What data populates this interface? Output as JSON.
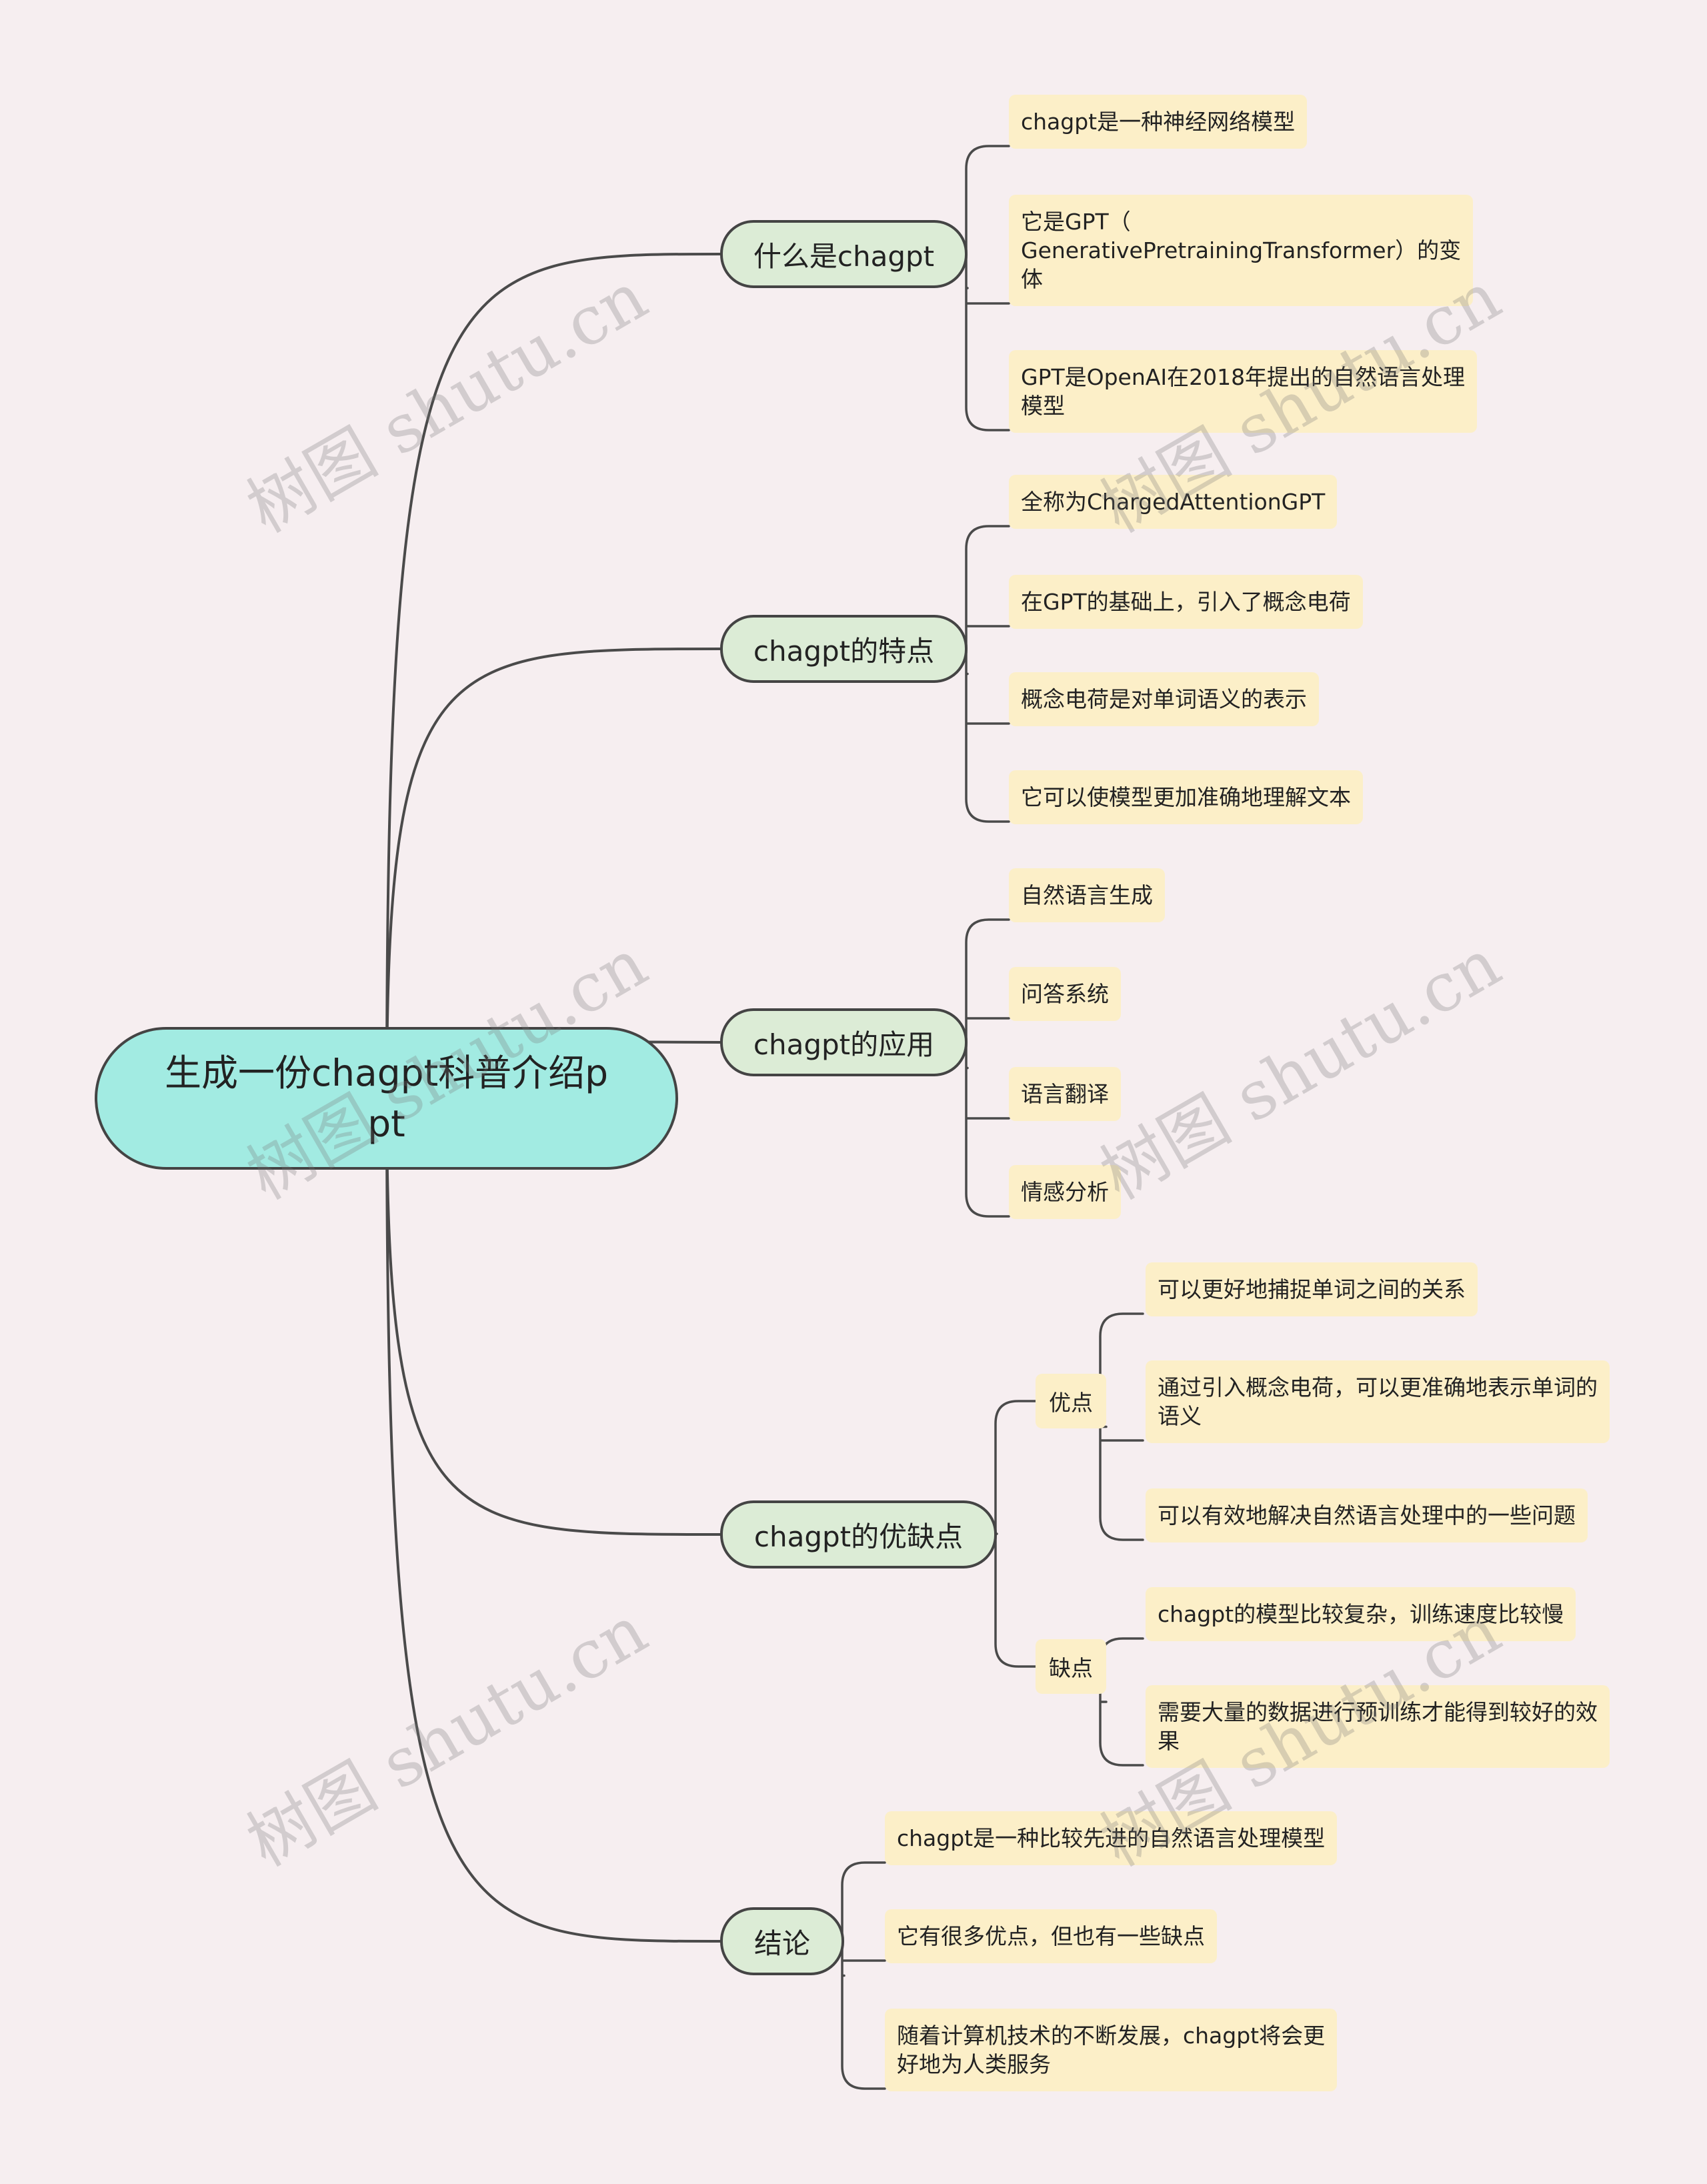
{
  "watermark": "树图 shutu.cn",
  "root": {
    "title": "生成一份chagpt科普介绍ppt"
  },
  "branches": [
    {
      "label": "什么是chagpt",
      "leaves": [
        "chagpt是一种神经网络模型",
        [
          "它是GPT（",
          "GenerativePretrainingTransformer）的变",
          "体"
        ],
        [
          "GPT是OpenAI在2018年提出的自然语言处理",
          "模型"
        ]
      ]
    },
    {
      "label": "chagpt的特点",
      "leaves": [
        "全称为ChargedAttentionGPT",
        "在GPT的基础上，引入了概念电荷",
        "概念电荷是对单词语义的表示",
        "它可以使模型更加准确地理解文本"
      ]
    },
    {
      "label": "chagpt的应用",
      "leaves": [
        "自然语言生成",
        "问答系统",
        "语言翻译",
        "情感分析"
      ]
    },
    {
      "label": "chagpt的优缺点",
      "subs": [
        {
          "label": "优点",
          "leaves": [
            "可以更好地捕捉单词之间的关系",
            [
              "通过引入概念电荷，可以更准确地表示单词的",
              "语义"
            ],
            "可以有效地解决自然语言处理中的一些问题"
          ]
        },
        {
          "label": "缺点",
          "leaves": [
            "chagpt的模型比较复杂，训练速度比较慢",
            [
              "需要大量的数据进行预训练才能得到较好的效",
              "果"
            ]
          ]
        }
      ]
    },
    {
      "label": "结论",
      "leaves": [
        "chagpt是一种比较先进的自然语言处理模型",
        "它有很多优点，但也有一些缺点",
        [
          "随着计算机技术的不断发展，chagpt将会更",
          "好地为人类服务"
        ]
      ]
    }
  ]
}
